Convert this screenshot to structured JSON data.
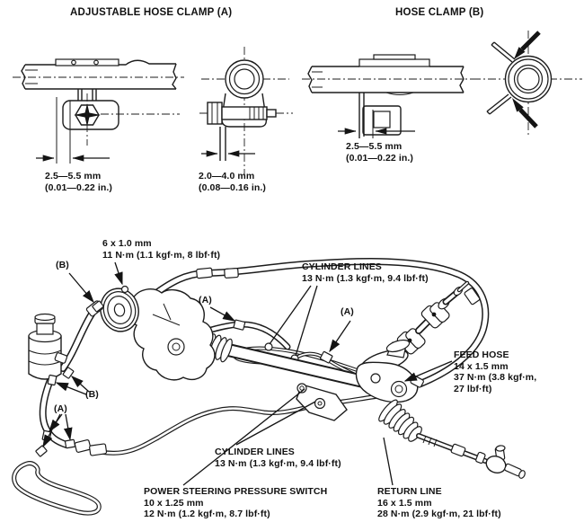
{
  "ink": "#1c1c1c",
  "paper": "#ffffff",
  "clamp_section": {
    "left_title": "ADJUSTABLE HOSE CLAMP (A)",
    "right_title": "HOSE CLAMP (B)",
    "dims": {
      "adjustable_side": {
        "range_mm": "2.5—5.5 mm",
        "range_in": "(0.01—0.22 in.)"
      },
      "adjustable_end": {
        "range_mm": "2.0—4.0 mm",
        "range_in": "(0.08—0.16 in.)"
      },
      "clamp_b": {
        "range_mm": "2.5—5.5 mm",
        "range_in": "(0.01—0.22 in.)"
      }
    }
  },
  "assembly": {
    "pump_bolt": {
      "l1": "6 x 1.0 mm",
      "l2": "11 N·m (1.1 kgf·m, 8 lbf·ft)"
    },
    "clamp_b_pump": "(B)",
    "cylinder_lines_upper": {
      "l1": "CYLINDER LINES",
      "l2": "13 N·m (1.3 kgf·m, 9.4 lbf·ft)"
    },
    "clamp_a_feed": "(A)",
    "clamp_a_cylinder": "(A)",
    "feed_hose": {
      "l1": "FEED HOSE",
      "l2": "14 x 1.5 mm",
      "l3": "37 N·m (3.8 kgf·m,",
      "l4": "27 lbf·ft)"
    },
    "clamp_b_reservoir": "(B)",
    "clamp_a_reservoir": "(A)",
    "cylinder_lines_lower": {
      "l1": "CYLINDER LINES",
      "l2": "13 N·m (1.3 kgf·m, 9.4 lbf·ft)"
    },
    "pressure_switch": {
      "l1": "POWER STEERING PRESSURE SWITCH",
      "l2": "10 x 1.25 mm",
      "l3": "12 N·m (1.2 kgf·m, 8.7 lbf·ft)"
    },
    "return_line": {
      "l1": "RETURN LINE",
      "l2": "16 x 1.5 mm",
      "l3": "28 N·m (2.9 kgf·m, 21 lbf·ft)"
    }
  }
}
